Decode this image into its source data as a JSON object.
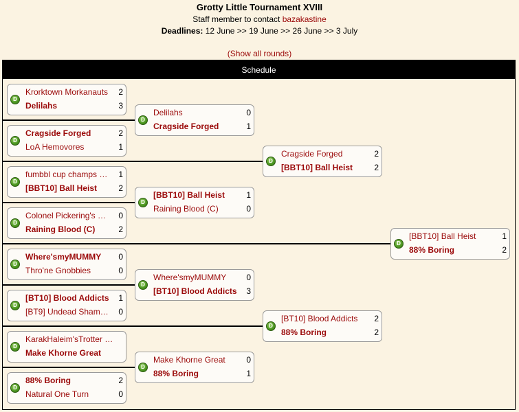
{
  "header": {
    "title": "Grotty Little Tournament XVIII",
    "staff_prefix": "Staff member to contact",
    "staff_name": "bazakastine",
    "deadlines_label": "Deadlines:",
    "deadlines_text": "12 June >> 19 June >> 26 June >> 3 July",
    "show_all_open": "(",
    "show_all_label": "Show all rounds",
    "show_all_close": ")"
  },
  "schedule_title": "Schedule",
  "match_icon": "D",
  "round1": [
    {
      "team1": "Krorktown Morkanauts",
      "score1": "2",
      "team2": "Delilahs",
      "score2": "3",
      "winner": 2
    },
    {
      "team1": "Cragside Forged",
      "score1": "2",
      "team2": "LoA Hemovores",
      "score2": "1",
      "winner": 1
    },
    {
      "team1": "fumbbl cup champs …",
      "score1": "1",
      "team2": "[BBT10] Ball Heist",
      "score2": "2",
      "winner": 2
    },
    {
      "team1": "Colonel Pickering's …",
      "score1": "0",
      "team2": "Raining Blood (C)",
      "score2": "2",
      "winner": 2
    },
    {
      "team1": "Where'smyMUMMY",
      "score1": "0",
      "team2": "Thro'ne Gnobbies",
      "score2": "0",
      "winner": 1
    },
    {
      "team1": "[BT10] Blood Addicts",
      "score1": "1",
      "team2": "[BT9] Undead Sham…",
      "score2": "0",
      "winner": 1
    },
    {
      "team1": "KarakHaleim'sTrotter …",
      "score1": "",
      "team2": "Make Khorne Great",
      "score2": "",
      "winner": 2
    },
    {
      "team1": "88% Boring",
      "score1": "2",
      "team2": "Natural One Turn",
      "score2": "0",
      "winner": 1
    }
  ],
  "round2": [
    {
      "team1": "Delilahs",
      "score1": "0",
      "team2": "Cragside Forged",
      "score2": "1",
      "winner": 2
    },
    {
      "team1": "[BBT10] Ball Heist",
      "score1": "1",
      "team2": "Raining Blood (C)",
      "score2": "0",
      "winner": 1
    },
    {
      "team1": "Where'smyMUMMY",
      "score1": "0",
      "team2": "[BT10] Blood Addicts",
      "score2": "3",
      "winner": 2
    },
    {
      "team1": "Make Khorne Great",
      "score1": "0",
      "team2": "88% Boring",
      "score2": "1",
      "winner": 2
    }
  ],
  "round3": [
    {
      "team1": "Cragside Forged",
      "score1": "2",
      "team2": "[BBT10] Ball Heist",
      "score2": "2",
      "winner": 2
    },
    {
      "team1": "[BT10] Blood Addicts",
      "score1": "2",
      "team2": "88% Boring",
      "score2": "2",
      "winner": 2
    }
  ],
  "round4": [
    {
      "team1": "[BBT10] Ball Heist",
      "score1": "1",
      "team2": "88% Boring",
      "score2": "2",
      "winner": 2
    }
  ]
}
